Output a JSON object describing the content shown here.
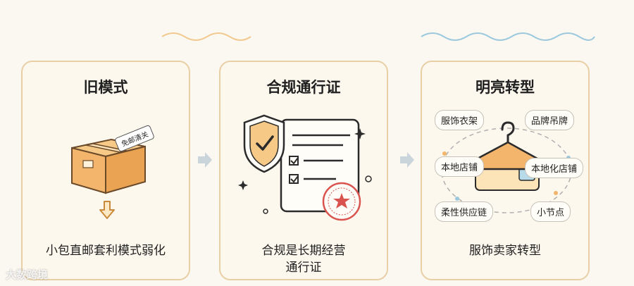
{
  "cards": [
    {
      "title": "旧模式",
      "caption": "小包直邮套利模式弱化",
      "box_tag": "免邮清关"
    },
    {
      "title": "合规通行证",
      "caption_lines": [
        "合规是长期经营",
        "通行证"
      ]
    },
    {
      "title": "明亮转型",
      "caption": "服饰卖家转型",
      "tags": [
        "服饰衣架",
        "品牌吊牌",
        "本地店铺",
        "本地化店铺",
        "柔性供应链",
        "小节点"
      ]
    }
  ],
  "watermark": "大数跨境",
  "colors": {
    "card_border": "#e8cfa6",
    "arrow": "#b9c6cf",
    "box": "#f2b56b",
    "stamp": "#d9534f",
    "wave_left": "#f2c98f",
    "wave_right": "#9cc8de"
  }
}
